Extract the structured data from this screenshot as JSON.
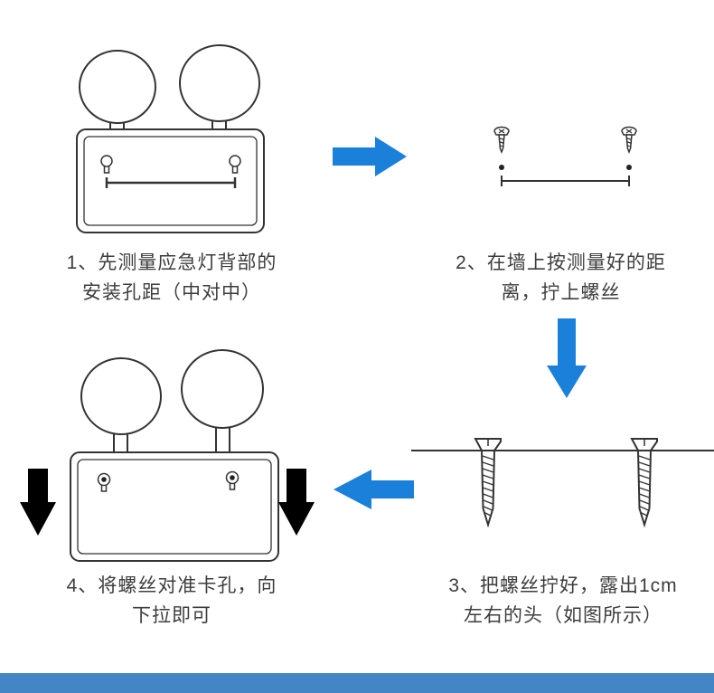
{
  "steps": [
    {
      "caption_line1": "1、先测量应急灯背部的",
      "caption_line2": "安装孔距（中对中）"
    },
    {
      "caption_line1": "2、在墙上按测量好的距",
      "caption_line2": "离，拧上螺丝"
    },
    {
      "caption_line1": "3、把螺丝拧好，露出1cm",
      "caption_line2": "左右的头（如图所示）"
    },
    {
      "caption_line1": "4、将螺丝对准卡孔，向",
      "caption_line2": "下拉即可"
    }
  ],
  "colors": {
    "accent_arrow": "#1b80da",
    "pull_arrow": "#000000",
    "outline": "#333333",
    "dot": "#222222",
    "footer_bar": "#4485c5"
  }
}
